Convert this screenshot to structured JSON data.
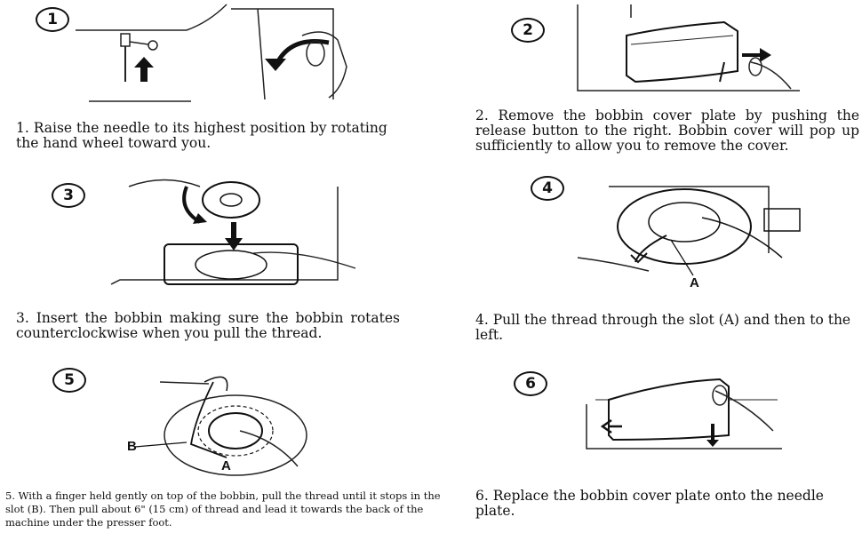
{
  "steps": [
    {
      "number": "1",
      "text": "1. Raise the needle to its highest position by rotating the hand wheel toward you."
    },
    {
      "number": "2",
      "text": "2. Remove the bobbin cover plate by pushing the release button to the right. Bobbin cover will pop up sufficiently to allow you to remove the cover."
    },
    {
      "number": "3",
      "text": "3. Insert the bobbin making sure the bobbin rotates counterclockwise when you pull the thread."
    },
    {
      "number": "4",
      "text": "4. Pull the thread through the slot (A) and then to the left.",
      "labels": [
        "A"
      ]
    },
    {
      "number": "5",
      "text": "5. With a finger held gently on top of the bobbin, pull the thread until it stops in the slot (B). Then pull about 6\" (15 cm) of thread and lead it towards the back of the machine under the presser foot.",
      "labels": [
        "B",
        "A"
      ]
    },
    {
      "number": "6",
      "text": "6. Replace the bobbin cover plate onto the needle plate."
    }
  ]
}
